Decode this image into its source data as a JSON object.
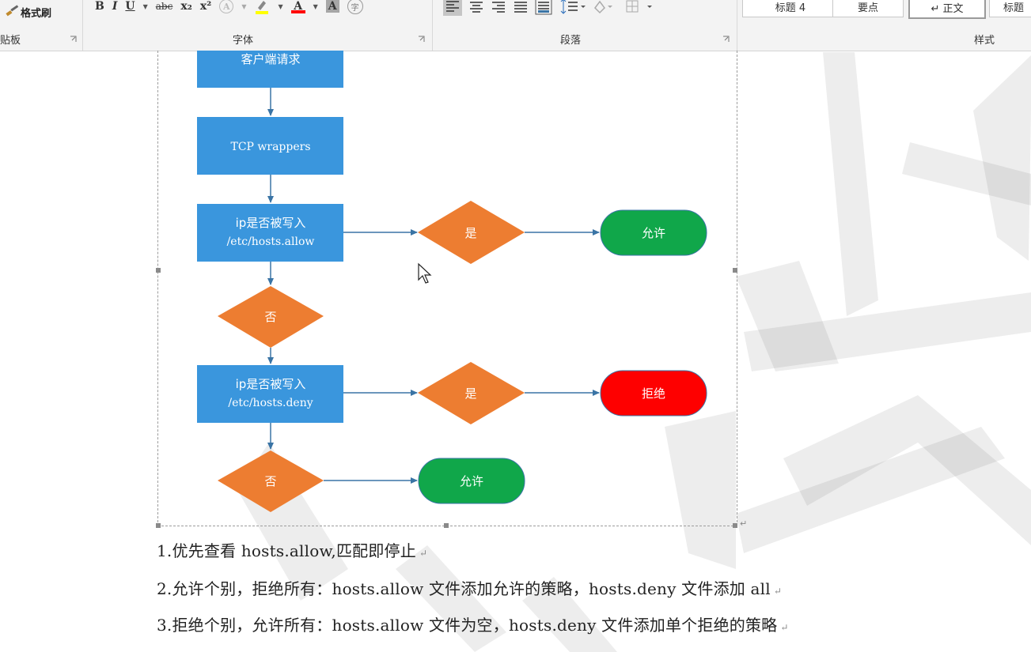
{
  "ribbon": {
    "clipboard": {
      "format_painter": "格式刷",
      "label": "贴板"
    },
    "font": {
      "label": "字体",
      "bold": "B",
      "italic": "I",
      "underline": "U",
      "strike": "abc",
      "subscript": "x₂",
      "superscript": "x²",
      "font_letter": "A",
      "phonetic": "字"
    },
    "paragraph": {
      "label": "段落"
    },
    "styles": {
      "label": "样式",
      "items": [
        "标题 4",
        "要点",
        "↵ 正文",
        "标题"
      ]
    }
  },
  "flowchart": {
    "client_request": "客户端请求",
    "tcp_wrappers": "TCP wrappers",
    "allow_check_line1": "ip是否被写入",
    "allow_check_line2": "/etc/hosts.allow",
    "yes1": "是",
    "allow1": "允许",
    "no1": "否",
    "deny_check_line1": "ip是否被写入",
    "deny_check_line2": "/etc/hosts.deny",
    "yes2": "是",
    "deny": "拒绝",
    "no2": "否",
    "allow2": "允许"
  },
  "colors": {
    "process": "#3a96dd",
    "decision": "#ed7d31",
    "allow": "#10a74a",
    "deny": "#fe0000",
    "arrow": "#3a74a5"
  },
  "document": {
    "lines": [
      "1.优先查看 hosts.allow,匹配即停止",
      "2.允许个别，拒绝所有：hosts.allow 文件添加允许的策略，hosts.deny 文件添加 all",
      "3.拒绝个别，允许所有：hosts.allow 文件为空，hosts.deny 文件添加单个拒绝的策略"
    ],
    "paragraph_mark": "↵"
  }
}
